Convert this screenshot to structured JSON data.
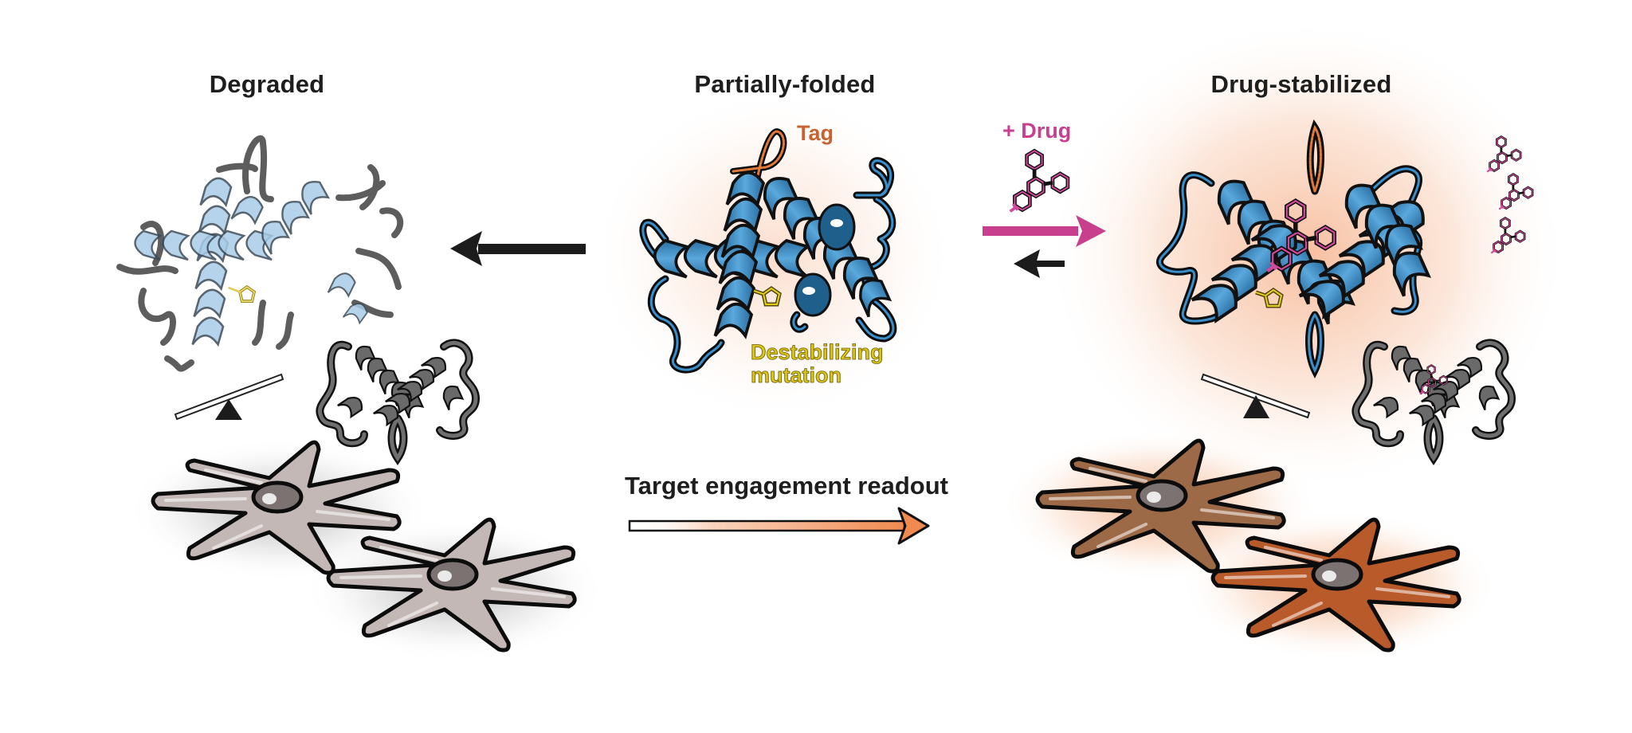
{
  "figure": {
    "panels": [
      {
        "id": "degraded",
        "title": "Degraded"
      },
      {
        "id": "partially-folded",
        "title": "Partially-folded"
      },
      {
        "id": "drug-stabilized",
        "title": "Drug-stabilized"
      }
    ],
    "annotations": {
      "tag": "Tag",
      "drug": "+ Drug",
      "mutation_line1": "Destabilizing",
      "mutation_line2": "mutation",
      "readout": "Target engagement readout"
    },
    "colors": {
      "helix_blue": "#3f8fc7",
      "helix_dark": "#1f5f8c",
      "degraded_blue": "#9cc4e4",
      "loop_gray": "#555555",
      "tag_orange": "#c8622e",
      "drug_magenta": "#c83f8e",
      "mutation_yellow": "#d9c41a",
      "glow_orange": "#f7b48e",
      "cell_gray": "#c3b8b5",
      "cell_brown": "#9d6a48",
      "cell_rust": "#b85a2a",
      "readout_arrow": "#f08a50"
    }
  }
}
